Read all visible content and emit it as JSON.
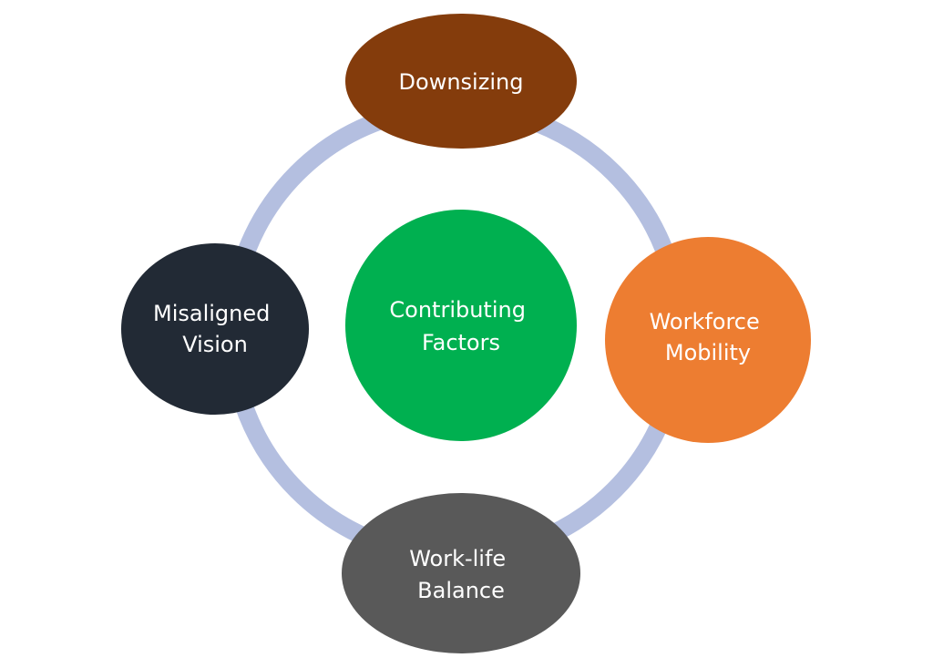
{
  "diagram": {
    "type": "cycle",
    "ring_color": "#b4bfe0",
    "center": {
      "lines": [
        "Contributing",
        "Factors"
      ],
      "color": "#00b050"
    },
    "nodes": [
      {
        "id": "downsizing",
        "lines": [
          "Downsizing"
        ],
        "color": "#843c0c"
      },
      {
        "id": "workforce-mobility",
        "lines": [
          "Workforce",
          "Mobility"
        ],
        "color": "#ed7d31"
      },
      {
        "id": "work-life-balance",
        "lines": [
          "Work-life",
          "Balance"
        ],
        "color": "#595959"
      },
      {
        "id": "misaligned-vision",
        "lines": [
          "Misaligned",
          "Vision"
        ],
        "color": "#222a35"
      }
    ]
  }
}
